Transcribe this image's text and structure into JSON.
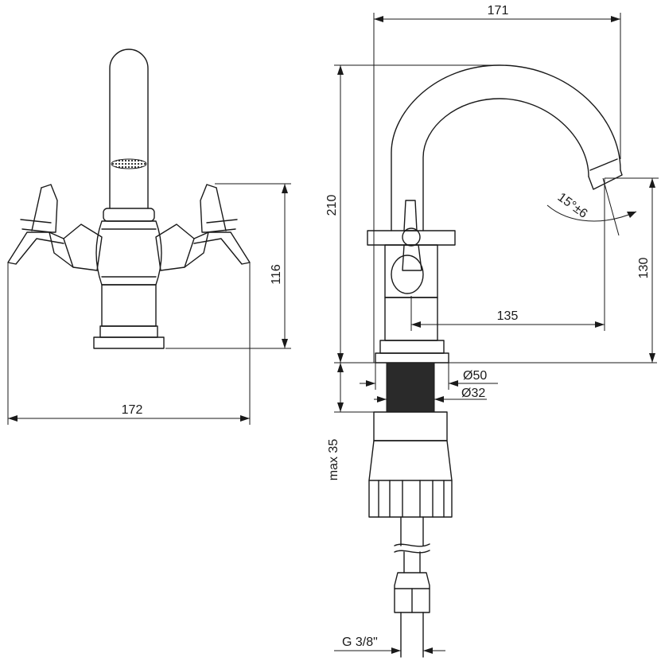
{
  "drawing": {
    "front_view": {
      "height_label": "116",
      "width_label": "172"
    },
    "side_view": {
      "top_width_label": "171",
      "total_height_label": "210",
      "spout_height_label": "130",
      "spout_reach_label": "135",
      "angle_label": "15°±6",
      "outer_diameter_label": "Ø50",
      "inner_diameter_label": "Ø32",
      "max_thickness_label": "max 35",
      "thread_label": "G 3/8\""
    }
  }
}
